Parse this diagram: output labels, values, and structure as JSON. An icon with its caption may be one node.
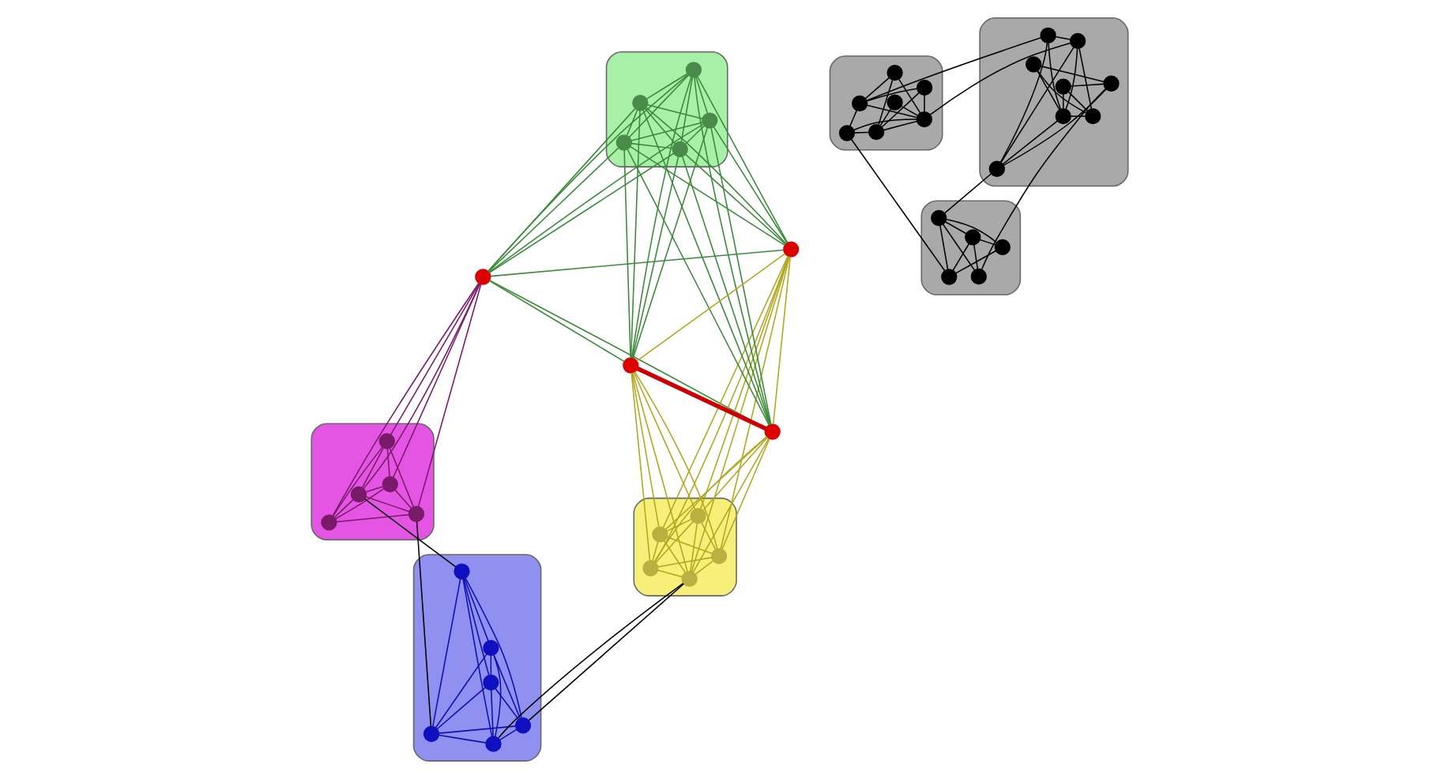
{
  "diagram": {
    "nodes": [
      {
        "text": [],
        "shape": "blob"
      },
      {
        "text": [],
        "shape": "circle",
        "in": 0
      },
      {
        "text": [],
        "shape": "circle",
        "in": 0
      },
      {
        "text": [],
        "shape": "circle",
        "in": 0
      },
      {
        "text": [],
        "shape": "circle",
        "in": 0
      },
      {
        "text": [],
        "shape": "circle",
        "in": 0
      },
      {
        "text": [],
        "shape": "circle",
        "in": 0
      },
      {
        "text": [],
        "shape": "circle",
        "in": 0
      },
      {
        "text": [],
        "shape": "blob"
      },
      {
        "text": [],
        "shape": "circle",
        "in": 8
      },
      {
        "text": [],
        "shape": "circle",
        "in": 8
      },
      {
        "text": [],
        "shape": "circle",
        "in": 8
      },
      {
        "text": [],
        "shape": "circle",
        "in": 8
      },
      {
        "text": [],
        "shape": "circle",
        "in": 8
      },
      {
        "text": [],
        "shape": "circle",
        "in": 8
      },
      {
        "text": [],
        "shape": "circle",
        "in": 8
      },
      {
        "text": [],
        "shape": "circle",
        "in": 8
      },
      {
        "text": [],
        "shape": "blob"
      },
      {
        "text": [],
        "shape": "circle",
        "in": 17
      },
      {
        "text": [],
        "shape": "circle",
        "in": 17
      },
      {
        "text": [],
        "shape": "circle",
        "in": 17
      },
      {
        "text": [],
        "shape": "circle",
        "in": 17
      },
      {
        "text": [],
        "shape": "circle",
        "in": 17
      },
      {
        "text": [],
        "shape": "blob"
      },
      {
        "text": [],
        "shape": "circle",
        "in": 23
      },
      {
        "text": [],
        "shape": "circle",
        "in": 23
      },
      {
        "text": [],
        "shape": "circle",
        "in": 23
      },
      {
        "text": [],
        "shape": "circle",
        "in": 23
      },
      {
        "text": [],
        "shape": "circle",
        "in": 23
      },
      {
        "text": [],
        "shape": "circle"
      },
      {
        "text": [],
        "shape": "blob"
      },
      {
        "text": [],
        "shape": "circle",
        "in": 30
      },
      {
        "text": [],
        "shape": "circle",
        "in": 30
      },
      {
        "text": [],
        "shape": "circle",
        "in": 30
      },
      {
        "text": [],
        "shape": "circle",
        "in": 30
      },
      {
        "text": [],
        "shape": "circle",
        "in": 30
      },
      {
        "text": [],
        "shape": "circle",
        "in": 30
      },
      {
        "text": [],
        "shape": "blob"
      },
      {
        "text": [],
        "shape": "circle",
        "in": 37
      },
      {
        "text": [],
        "shape": "circle",
        "in": 37
      },
      {
        "text": [],
        "shape": "circle",
        "in": 37
      },
      {
        "text": [],
        "shape": "circle",
        "in": 37
      },
      {
        "text": [],
        "shape": "circle",
        "in": 37
      },
      {
        "text": [],
        "shape": "blob"
      },
      {
        "text": [],
        "shape": "circle",
        "in": 43
      },
      {
        "text": [],
        "shape": "circle",
        "in": 43
      },
      {
        "text": [],
        "shape": "circle",
        "in": 43
      },
      {
        "text": [],
        "shape": "circle",
        "in": 43
      },
      {
        "text": [],
        "shape": "circle",
        "in": 43
      },
      {
        "text": [],
        "shape": "circle"
      },
      {
        "text": [],
        "shape": "circle"
      },
      {
        "text": [],
        "shape": "circle"
      }
    ],
    "edges": [
      {
        "from": 1,
        "to": 3,
        "arrow": "none"
      },
      {
        "from": 1,
        "to": 4,
        "arrow": "none"
      },
      {
        "from": 4,
        "to": 7,
        "arrow": "none"
      },
      {
        "from": 2,
        "to": 3,
        "arrow": "none"
      },
      {
        "from": 2,
        "to": 5,
        "arrow": "none"
      },
      {
        "from": 2,
        "to": 4,
        "arrow": "none"
      },
      {
        "from": 3,
        "to": 4,
        "arrow": "none"
      },
      {
        "from": 3,
        "to": 6,
        "arrow": "none"
      },
      {
        "from": 3,
        "to": 7,
        "arrow": "none"
      },
      {
        "from": 5,
        "to": 4,
        "arrow": "none"
      },
      {
        "from": 5,
        "to": 6,
        "arrow": "none"
      },
      {
        "from": 5,
        "to": 7,
        "arrow": "none"
      },
      {
        "from": 4,
        "to": 6,
        "arrow": "none"
      },
      {
        "from": 4,
        "to": 9,
        "arrow": "none"
      },
      {
        "from": 5,
        "to": 13,
        "arrow": "none"
      },
      {
        "from": 6,
        "to": 18,
        "arrow": "none"
      },
      {
        "from": 9,
        "to": 10,
        "arrow": "none"
      },
      {
        "from": 9,
        "to": 12,
        "arrow": "none"
      },
      {
        "from": 9,
        "to": 13,
        "arrow": "none"
      },
      {
        "from": 9,
        "to": 14,
        "arrow": "none"
      },
      {
        "from": 10,
        "to": 12,
        "arrow": "none"
      },
      {
        "from": 10,
        "to": 13,
        "arrow": "none"
      },
      {
        "from": 10,
        "to": 15,
        "arrow": "none"
      },
      {
        "from": 11,
        "to": 12,
        "arrow": "none"
      },
      {
        "from": 11,
        "to": 15,
        "arrow": "none"
      },
      {
        "from": 11,
        "to": 14,
        "arrow": "none"
      },
      {
        "from": 12,
        "to": 13,
        "arrow": "none"
      },
      {
        "from": 12,
        "to": 14,
        "arrow": "none"
      },
      {
        "from": 12,
        "to": 16,
        "arrow": "none"
      },
      {
        "from": 14,
        "to": 16,
        "arrow": "none"
      },
      {
        "from": 16,
        "to": 15,
        "arrow": "none"
      },
      {
        "from": 10,
        "to": 19,
        "arrow": "none"
      },
      {
        "from": 15,
        "to": 21,
        "arrow": "none"
      },
      {
        "from": 18,
        "to": 19,
        "arrow": "none"
      },
      {
        "from": 18,
        "to": 20,
        "arrow": "none"
      },
      {
        "from": 18,
        "to": 22,
        "arrow": "none"
      },
      {
        "from": 19,
        "to": 20,
        "arrow": "none"
      },
      {
        "from": 19,
        "to": 21,
        "arrow": "none"
      },
      {
        "from": 19,
        "to": 22,
        "arrow": "none"
      },
      {
        "from": 20,
        "to": 22,
        "arrow": "none"
      },
      {
        "from": 20,
        "to": 21,
        "arrow": "none"
      },
      {
        "from": 24,
        "to": 25,
        "arrow": "none",
        "color": "#7a1a6a"
      },
      {
        "from": 24,
        "to": 26,
        "arrow": "none",
        "color": "#7a1a6a"
      },
      {
        "from": 24,
        "to": 27,
        "arrow": "none",
        "color": "#7a1a6a"
      },
      {
        "from": 24,
        "to": 28,
        "arrow": "none",
        "color": "#7a1a6a"
      },
      {
        "from": 24,
        "to": 29,
        "arrow": "none",
        "color": "#7a1a6a"
      },
      {
        "from": 25,
        "to": 26,
        "arrow": "none",
        "color": "#7a1a6a"
      },
      {
        "from": 25,
        "to": 27,
        "arrow": "none",
        "color": "#7a1a6a"
      },
      {
        "from": 25,
        "to": 28,
        "arrow": "none",
        "color": "#7a1a6a"
      },
      {
        "from": 25,
        "to": 29,
        "arrow": "none",
        "color": "#7a1a6a"
      },
      {
        "from": 26,
        "to": 27,
        "arrow": "none",
        "color": "#7a1a6a"
      },
      {
        "from": 26,
        "to": 28,
        "arrow": "none",
        "color": "#7a1a6a"
      },
      {
        "from": 26,
        "to": 29,
        "arrow": "none",
        "color": "#7a1a6a"
      },
      {
        "from": 27,
        "to": 28,
        "arrow": "none",
        "color": "#7a1a6a"
      },
      {
        "from": 27,
        "to": 29,
        "arrow": "none",
        "color": "#7a1a6a"
      },
      {
        "from": 28,
        "to": 29,
        "arrow": "none",
        "color": "#7a1a6a"
      },
      {
        "from": 31,
        "to": 32,
        "arrow": "none",
        "color": "#1010b0"
      },
      {
        "from": 31,
        "to": 33,
        "arrow": "none",
        "color": "#1010b0"
      },
      {
        "from": 31,
        "to": 34,
        "arrow": "none",
        "color": "#1010b0"
      },
      {
        "from": 31,
        "to": 35,
        "arrow": "none",
        "color": "#1010b0"
      },
      {
        "from": 31,
        "to": 36,
        "arrow": "none",
        "color": "#1010b0"
      },
      {
        "from": 32,
        "to": 33,
        "arrow": "none",
        "color": "#1010b0"
      },
      {
        "from": 32,
        "to": 34,
        "arrow": "none",
        "color": "#1010b0"
      },
      {
        "from": 32,
        "to": 35,
        "arrow": "none",
        "color": "#1010b0"
      },
      {
        "from": 32,
        "to": 36,
        "arrow": "none",
        "color": "#1010b0"
      },
      {
        "from": 33,
        "to": 34,
        "arrow": "none",
        "color": "#1010b0"
      },
      {
        "from": 33,
        "to": 35,
        "arrow": "none",
        "color": "#1010b0"
      },
      {
        "from": 33,
        "to": 36,
        "arrow": "none",
        "color": "#1010b0"
      },
      {
        "from": 34,
        "to": 35,
        "arrow": "none",
        "color": "#1010b0"
      },
      {
        "from": 34,
        "to": 36,
        "arrow": "none",
        "color": "#1010b0"
      },
      {
        "from": 35,
        "to": 36,
        "arrow": "none",
        "color": "#1010b0"
      },
      {
        "from": 32,
        "to": 25,
        "arrow": "none"
      },
      {
        "from": 33,
        "to": 28,
        "arrow": "none"
      },
      {
        "from": 35,
        "to": 38,
        "arrow": "none"
      },
      {
        "from": 36,
        "to": 38,
        "arrow": "none"
      },
      {
        "from": 38,
        "to": 39,
        "arrow": "none",
        "color": "#b0a820"
      },
      {
        "from": 38,
        "to": 40,
        "arrow": "none",
        "color": "#b0a820"
      },
      {
        "from": 38,
        "to": 41,
        "arrow": "none",
        "color": "#b0a820"
      },
      {
        "from": 38,
        "to": 42,
        "arrow": "none",
        "color": "#b0a820"
      },
      {
        "from": 38,
        "to": 49,
        "arrow": "none",
        "color": "#b0a820"
      },
      {
        "from": 38,
        "to": 50,
        "arrow": "none",
        "color": "#b0a820"
      },
      {
        "from": 38,
        "to": 51,
        "arrow": "none",
        "color": "#b0a820"
      },
      {
        "from": 39,
        "to": 40,
        "arrow": "none",
        "color": "#b0a820"
      },
      {
        "from": 39,
        "to": 41,
        "arrow": "none",
        "color": "#b0a820"
      },
      {
        "from": 39,
        "to": 42,
        "arrow": "none",
        "color": "#b0a820"
      },
      {
        "from": 39,
        "to": 49,
        "arrow": "none",
        "color": "#b0a820"
      },
      {
        "from": 39,
        "to": 50,
        "arrow": "none",
        "color": "#b0a820"
      },
      {
        "from": 39,
        "to": 51,
        "arrow": "none",
        "color": "#b0a820"
      },
      {
        "from": 40,
        "to": 41,
        "arrow": "none",
        "color": "#b0a820"
      },
      {
        "from": 40,
        "to": 42,
        "arrow": "none",
        "color": "#b0a820"
      },
      {
        "from": 40,
        "to": 49,
        "arrow": "none",
        "color": "#b0a820"
      },
      {
        "from": 40,
        "to": 50,
        "arrow": "none",
        "color": "#b0a820"
      },
      {
        "from": 40,
        "to": 51,
        "arrow": "none",
        "color": "#b0a820"
      },
      {
        "from": 41,
        "to": 42,
        "arrow": "none",
        "color": "#b0a820"
      },
      {
        "from": 41,
        "to": 49,
        "arrow": "none",
        "color": "#b0a820"
      },
      {
        "from": 41,
        "to": 50,
        "arrow": "none",
        "color": "#b0a820"
      },
      {
        "from": 41,
        "to": 51,
        "arrow": "none",
        "color": "#b0a820"
      },
      {
        "from": 42,
        "to": 49,
        "arrow": "none",
        "color": "#b0a820"
      },
      {
        "from": 42,
        "to": 50,
        "arrow": "none",
        "color": "#b0a820"
      },
      {
        "from": 42,
        "to": 51,
        "arrow": "none",
        "color": "#b0a820"
      },
      {
        "from": 49,
        "to": 51,
        "arrow": "none",
        "color": "#b0a820"
      },
      {
        "from": 50,
        "to": 51,
        "arrow": "none",
        "color": "#b0a820"
      },
      {
        "from": 29,
        "to": 44,
        "arrow": "none",
        "color": "#3a8a3a"
      },
      {
        "from": 29,
        "to": 45,
        "arrow": "none",
        "color": "#3a8a3a"
      },
      {
        "from": 29,
        "to": 46,
        "arrow": "none",
        "color": "#3a8a3a"
      },
      {
        "from": 29,
        "to": 47,
        "arrow": "none",
        "color": "#3a8a3a"
      },
      {
        "from": 29,
        "to": 48,
        "arrow": "none",
        "color": "#3a8a3a"
      },
      {
        "from": 29,
        "to": 49,
        "arrow": "none",
        "color": "#3a8a3a"
      },
      {
        "from": 29,
        "to": 50,
        "arrow": "none",
        "color": "#3a8a3a"
      },
      {
        "from": 29,
        "to": 51,
        "arrow": "none",
        "color": "#3a8a3a"
      },
      {
        "from": 44,
        "to": 45,
        "arrow": "none",
        "color": "#3a8a3a"
      },
      {
        "from": 44,
        "to": 46,
        "arrow": "none",
        "color": "#3a8a3a"
      },
      {
        "from": 44,
        "to": 47,
        "arrow": "none",
        "color": "#3a8a3a"
      },
      {
        "from": 44,
        "to": 48,
        "arrow": "none",
        "color": "#3a8a3a"
      },
      {
        "from": 44,
        "to": 49,
        "arrow": "none",
        "color": "#3a8a3a"
      },
      {
        "from": 44,
        "to": 50,
        "arrow": "none",
        "color": "#3a8a3a"
      },
      {
        "from": 44,
        "to": 51,
        "arrow": "none",
        "color": "#3a8a3a"
      },
      {
        "from": 45,
        "to": 46,
        "arrow": "none",
        "color": "#3a8a3a"
      },
      {
        "from": 45,
        "to": 47,
        "arrow": "none",
        "color": "#3a8a3a"
      },
      {
        "from": 45,
        "to": 48,
        "arrow": "none",
        "color": "#3a8a3a"
      },
      {
        "from": 45,
        "to": 49,
        "arrow": "none",
        "color": "#3a8a3a"
      },
      {
        "from": 45,
        "to": 50,
        "arrow": "none",
        "color": "#3a8a3a"
      },
      {
        "from": 45,
        "to": 51,
        "arrow": "none",
        "color": "#3a8a3a"
      },
      {
        "from": 46,
        "to": 47,
        "arrow": "none",
        "color": "#3a8a3a"
      },
      {
        "from": 46,
        "to": 48,
        "arrow": "none",
        "color": "#3a8a3a"
      },
      {
        "from": 46,
        "to": 49,
        "arrow": "none",
        "color": "#3a8a3a"
      },
      {
        "from": 46,
        "to": 50,
        "arrow": "none",
        "color": "#3a8a3a"
      },
      {
        "from": 46,
        "to": 51,
        "arrow": "none",
        "color": "#3a8a3a"
      },
      {
        "from": 47,
        "to": 48,
        "arrow": "none",
        "color": "#3a8a3a"
      },
      {
        "from": 47,
        "to": 49,
        "arrow": "none",
        "color": "#3a8a3a"
      },
      {
        "from": 47,
        "to": 50,
        "arrow": "none",
        "color": "#3a8a3a"
      },
      {
        "from": 47,
        "to": 51,
        "arrow": "none",
        "color": "#3a8a3a"
      },
      {
        "from": 48,
        "to": 49,
        "arrow": "none",
        "color": "#3a8a3a"
      },
      {
        "from": 48,
        "to": 50,
        "arrow": "none",
        "color": "#3a8a3a"
      },
      {
        "from": 48,
        "to": 51,
        "arrow": "none",
        "color": "#3a8a3a"
      },
      {
        "from": 49,
        "to": 50,
        "arrow": "none",
        "style": "thick",
        "color": "#cc0000"
      }
    ]
  }
}
